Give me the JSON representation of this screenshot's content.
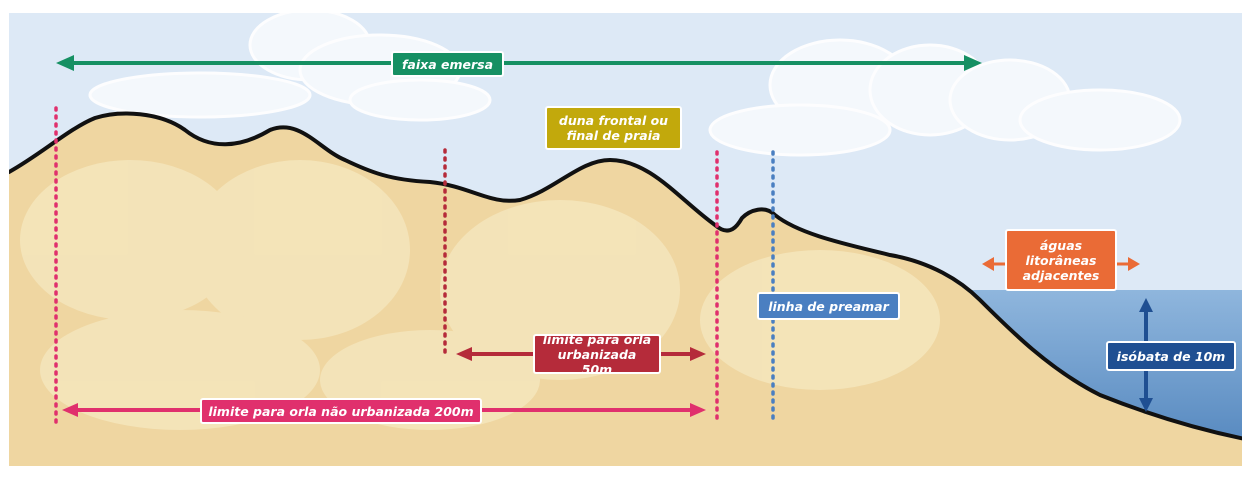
{
  "labels": {
    "faixa_emersa": "faixa emersa",
    "duna_frontal": "duna frontal ou final de praia",
    "linha_preamar": "linha de preamar",
    "limite_urbanizada": "limite para orla urbanizada 50m",
    "limite_nao_urbanizada": "limite para orla não urbanizada 200m",
    "aguas_litoraneas": "águas litorâneas adjacentes",
    "isobata": "isóbata de 10m"
  },
  "colors": {
    "sky": "#dde9f6",
    "sand": "#efd6a1",
    "sand_light": "#f7ecc8",
    "sea": "#6f9ccc",
    "faixa_emersa": "#169063",
    "duna_frontal": "#c2a90c",
    "linha_preamar": "#4a7fc1",
    "limite_urbanizada": "#b52b3a",
    "limite_nao_urbanizada": "#e0306d",
    "aguas_litoraneas": "#ea6b36",
    "isobata": "#1f4f92"
  }
}
